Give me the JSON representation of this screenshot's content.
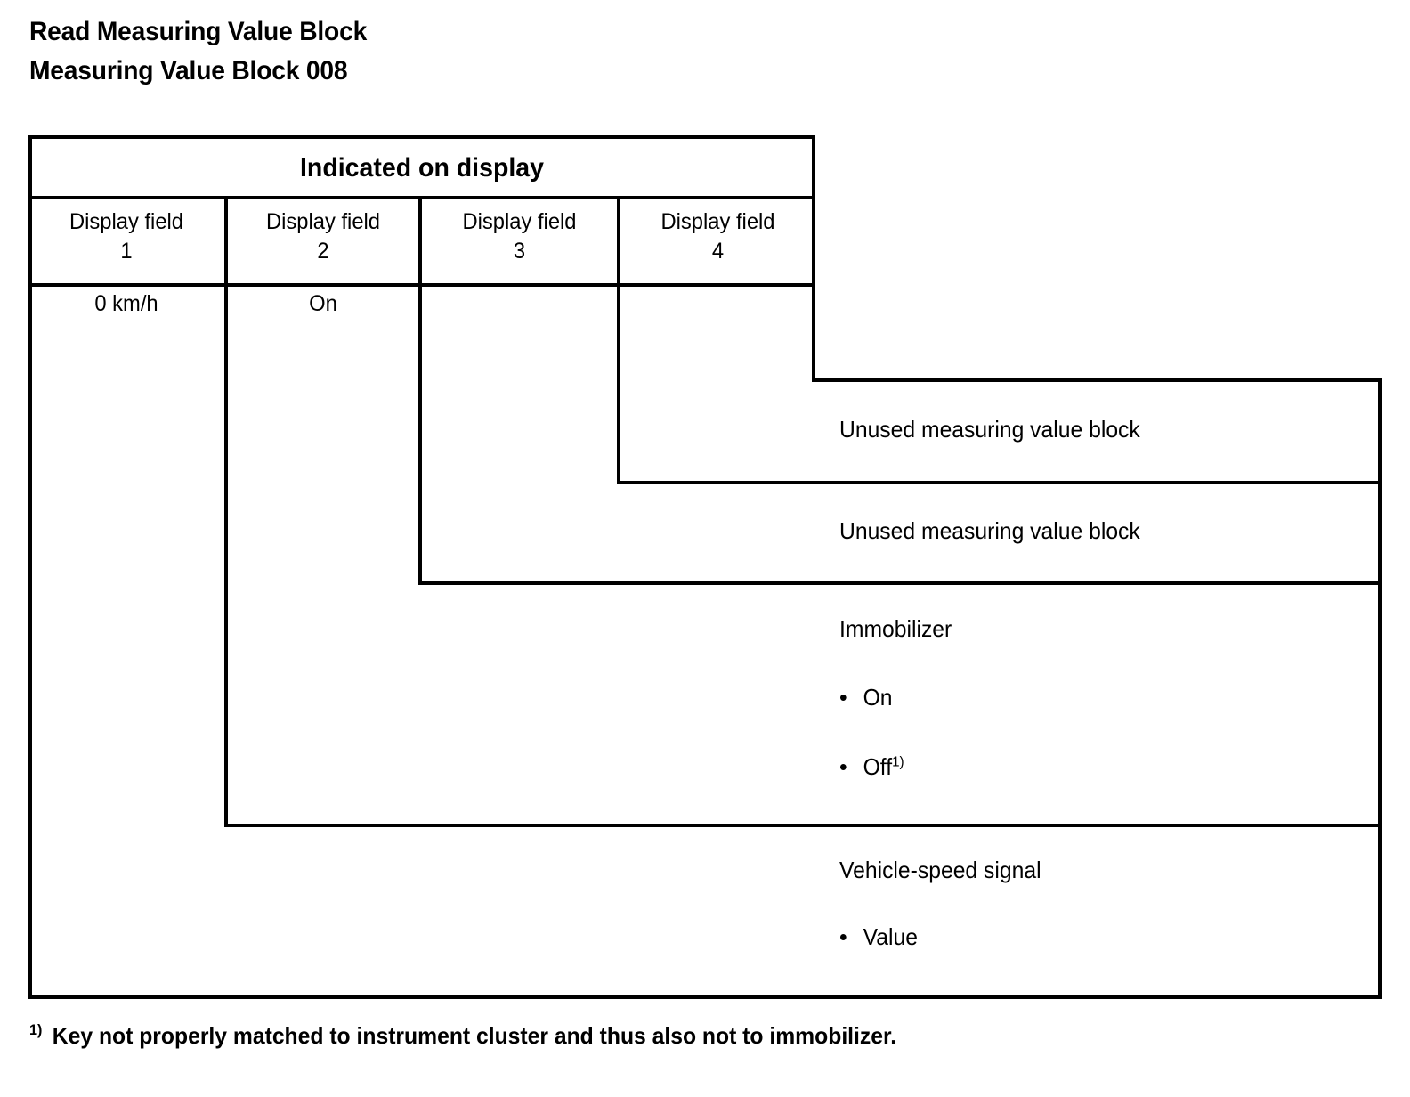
{
  "document": {
    "title_line_1": "Read Measuring Value Block",
    "title_line_2": "Measuring Value Block 008"
  },
  "table": {
    "group_header": "Indicated on display",
    "columns": [
      {
        "label": "Display field",
        "number": "1",
        "value": "0 km/h"
      },
      {
        "label": "Display field",
        "number": "2",
        "value": "On"
      },
      {
        "label": "Display field",
        "number": "3",
        "value": ""
      },
      {
        "label": "Display field",
        "number": "4",
        "value": ""
      }
    ],
    "descriptions": [
      {
        "title": "Unused measuring value block",
        "bullets": []
      },
      {
        "title": "Unused measuring value block",
        "bullets": []
      },
      {
        "title": "Immobilizer",
        "bullets": [
          {
            "text": "On",
            "footnote": ""
          },
          {
            "text": "Off",
            "footnote": "1)"
          }
        ]
      },
      {
        "title": "Vehicle-speed signal",
        "bullets": [
          {
            "text": "Value",
            "footnote": ""
          }
        ]
      }
    ]
  },
  "footnote": {
    "marker": "1)",
    "text": "Key not properly matched to instrument cluster and thus also not to immobilizer."
  },
  "colors": {
    "ink": "#000000",
    "paper": "#ffffff"
  }
}
